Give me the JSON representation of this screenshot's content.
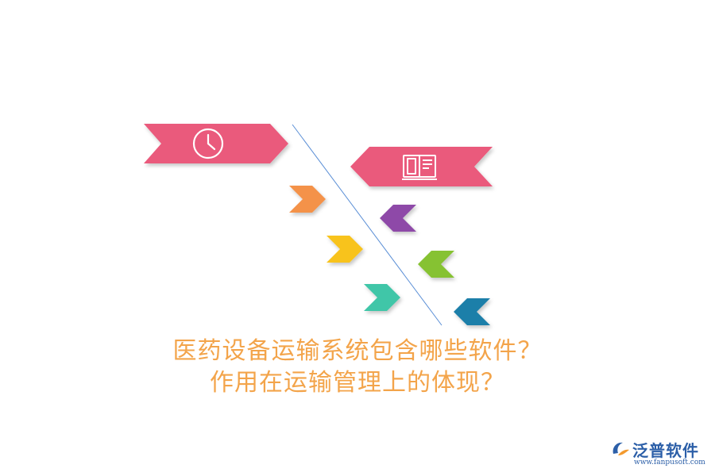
{
  "title": {
    "line1": "医药设备运输系统包含哪些软件？",
    "line2": "作用在运输管理上的体现？"
  },
  "brand": {
    "name": "泛普软件",
    "url": "www.fanpusoft.com"
  },
  "colors": {
    "pink_banner": "#ea5a7c",
    "orange": "#f4924a",
    "yellow": "#f8c31e",
    "teal": "#3fc6a8",
    "purple": "#8e4aa8",
    "green": "#86c233",
    "blue": "#1b7fa9",
    "divider": "#5b8fd6",
    "title_text": "#f3a44a",
    "brand_blue": "#2c5fa8",
    "brand_orange": "#f39a2e"
  },
  "icons": {
    "left_banner": "clock-icon",
    "right_banner": "book-icon"
  }
}
